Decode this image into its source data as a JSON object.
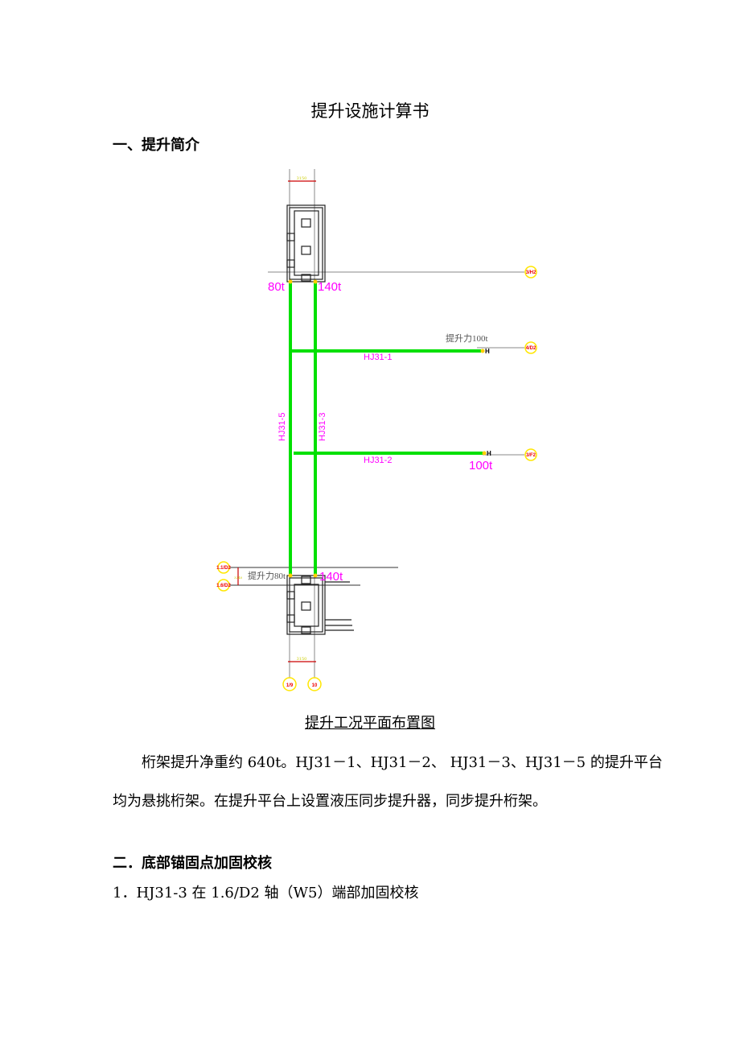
{
  "title": "提升设施计算书",
  "section1": "一、提升简介",
  "drawing": {
    "dim_top": "3150",
    "dim_bottom": "3150",
    "dim_side": "3240",
    "load_80t": "80t",
    "load_140t_top": "140t",
    "load_140t_bottom": "140t",
    "load_100t": "100t",
    "lift_force_100t": "提升力100t",
    "lift_force_80t": "提升力80t",
    "truss_1": "HJ31-1",
    "truss_2": "HJ31-2",
    "truss_3": "HJ31-3",
    "truss_5": "HJ31-5",
    "axis_3h2": "3/H2",
    "axis_4d2": "4/D2",
    "axis_3f2": "3/F2",
    "axis_11d2": "1.1/D2",
    "axis_16d2": "1.6/D2",
    "axis_19": "1/9",
    "axis_10": "10",
    "jack": "H"
  },
  "caption": "提升工况平面布置图",
  "paragraph_line1": "桁架提升净重约 640t。HJ31－1、HJ31－2、 HJ31－3、HJ31－5 的提升平台",
  "paragraph_line2": "均为悬挑桁架。在提升平台上设置液压同步提升器，同步提升桁架。",
  "section2": "二．底部锚固点加固校核",
  "subsection1": "1．HJ31-3 在 1.6/D2 轴（W5）端部加固校核"
}
